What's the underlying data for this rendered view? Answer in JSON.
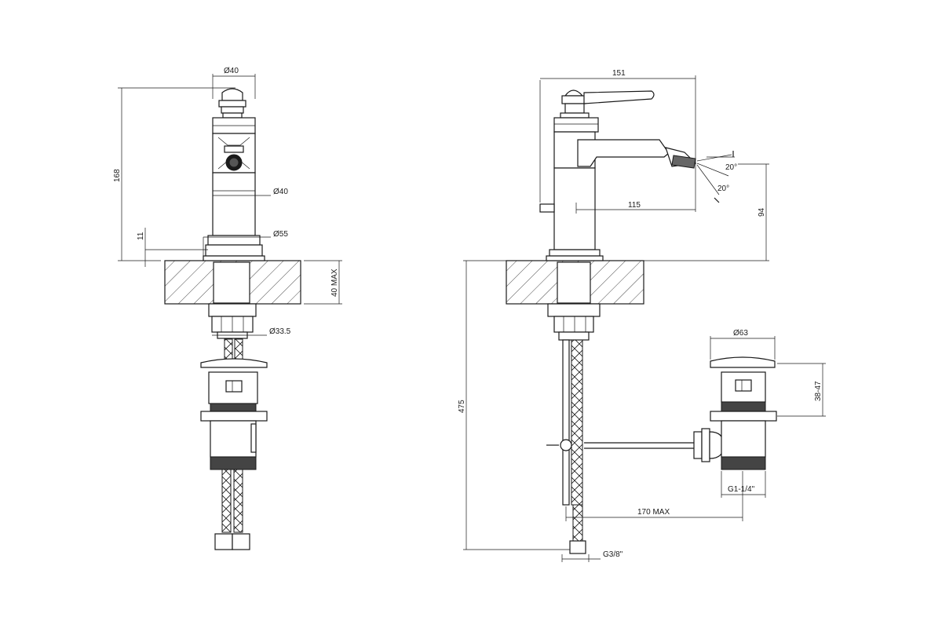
{
  "dimensions": {
    "d40_top": "Ø40",
    "d40_body": "Ø40",
    "d55": "Ø55",
    "d33_5": "Ø33.5",
    "h168": "168",
    "h11": "11",
    "max40": "40 MAX",
    "w151": "151",
    "angle_upper": "20°",
    "angle_lower": "20°",
    "w115": "115",
    "h94": "94",
    "h475": "475",
    "d63": "Ø63",
    "h38_47": "38-47",
    "g1_1_4": "G1-1/4\"",
    "max170": "170 MAX",
    "g3_8": "G3/8\""
  },
  "colors": {
    "line": "#1a1a1a",
    "background": "#ffffff"
  }
}
